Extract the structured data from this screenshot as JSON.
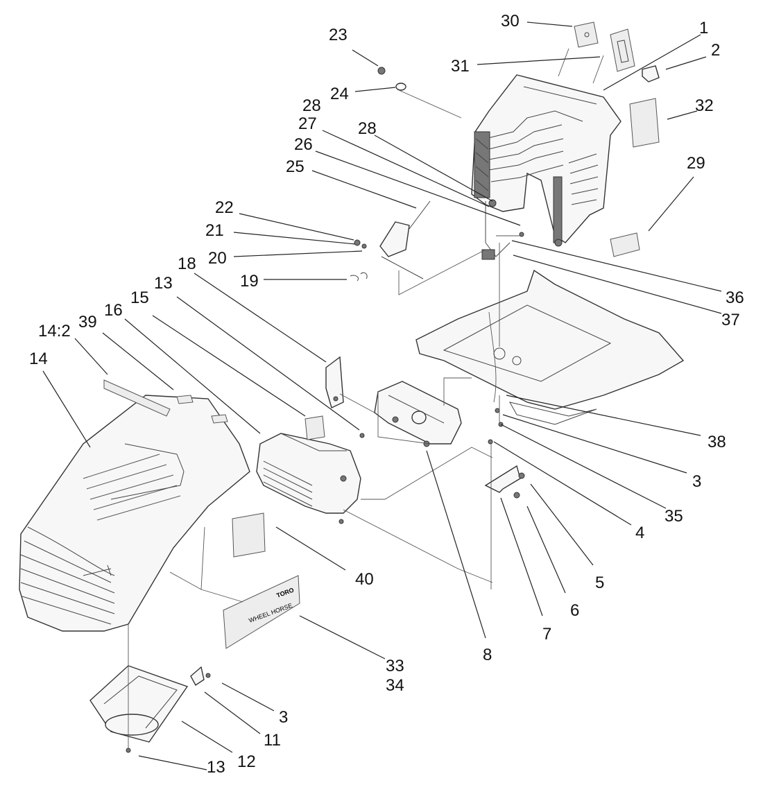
{
  "callouts": {
    "c1": "1",
    "c2": "2",
    "c3a": "3",
    "c3b": "3",
    "c4": "4",
    "c5": "5",
    "c6": "6",
    "c7": "7",
    "c8": "8",
    "c11": "11",
    "c12": "12",
    "c13a": "13",
    "c13b": "13",
    "c14": "14",
    "c14_2": "14:2",
    "c15": "15",
    "c16": "16",
    "c18": "18",
    "c19": "19",
    "c20": "20",
    "c21": "21",
    "c22": "22",
    "c23": "23",
    "c24": "24",
    "c25": "25",
    "c26": "26",
    "c27": "27",
    "c28a": "28",
    "c28b": "28",
    "c29": "29",
    "c30": "30",
    "c31": "31",
    "c32": "32",
    "c33": "33",
    "c34": "34",
    "c35": "35",
    "c36": "36",
    "c37": "37",
    "c38": "38",
    "c39": "39",
    "c40": "40"
  },
  "decal_text": {
    "brand": "TORO",
    "model": "WHEEL HORSE"
  }
}
